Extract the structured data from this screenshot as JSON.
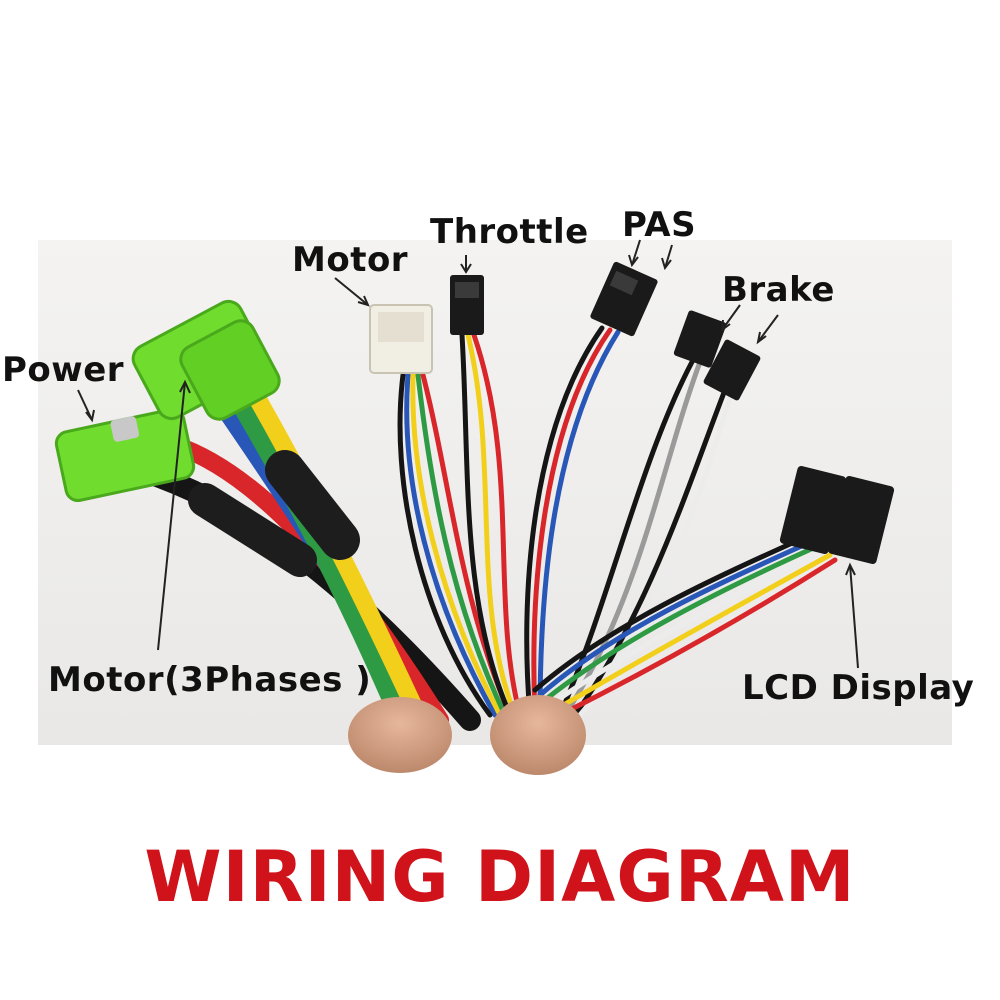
{
  "labels": {
    "power": "Power",
    "motor_3phases": "Motor(3Phases )",
    "motor": "Motor",
    "throttle": "Throttle",
    "pas": "PAS",
    "brake": "Brake",
    "lcd_display": "LCD Display"
  },
  "title": "WIRING DIAGRAM",
  "colors": {
    "title": "#d0121b",
    "connector_green": "#6fdc2e",
    "connector_black": "#1a1a1a",
    "connector_white": "#f1eee4",
    "wire_red": "#d8262a",
    "wire_yellow": "#f2cf1a",
    "wire_blue": "#2857b8",
    "wire_green": "#2e9a43",
    "wire_black": "#151515",
    "wire_white": "#ececec",
    "wire_grey": "#9a9a9a"
  }
}
